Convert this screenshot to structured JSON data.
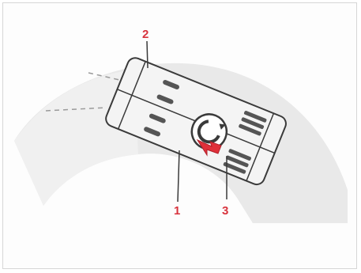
{
  "diagram": {
    "callouts": [
      {
        "id": "2",
        "label": "2"
      },
      {
        "id": "1",
        "label": "1"
      },
      {
        "id": "3",
        "label": "3"
      }
    ],
    "colors": {
      "arc_fill": "#e9e9e9",
      "arc_shadow": "#dcdcdc",
      "body_fill": "#f4f4f4",
      "line": "#3a3a3a",
      "callout": "#d8333d",
      "arrow": "#e0303a",
      "dashed": "#9a9a9a"
    },
    "icons": [
      "rotation-arrow-icon",
      "direction-arrow-icon"
    ]
  }
}
